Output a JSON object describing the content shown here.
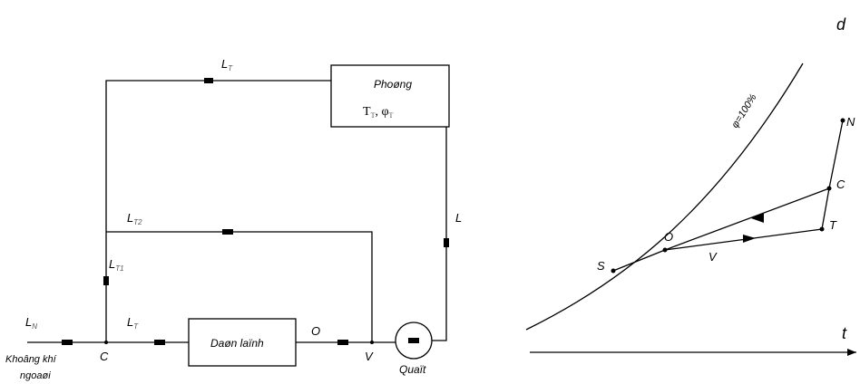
{
  "left": {
    "room_title": "Phoøng",
    "room_params": "T",
    "room_params_sub1": "T",
    "room_params_phi": ", φ",
    "room_params_sub2": "T",
    "evaporator": "Daøn laïnh",
    "fan": "Quaït",
    "outdoor_air": "Khoâng khí",
    "outdoor_air_2": "ngoaøi",
    "L_T": "L",
    "L_T_sub": "T",
    "L": "L",
    "L_N": "L",
    "L_N_sub": "N",
    "L_T2": "L",
    "L_T2_sub": "T2",
    "L_T1": "L",
    "L_T1_sub": "T1",
    "L_T_b": "L",
    "L_T_b_sub": "T",
    "C": "C",
    "O": "O",
    "V": "V"
  },
  "right": {
    "axis_d": "d",
    "axis_t": "t",
    "phi_curve": "φ=100%",
    "S": "S",
    "O": "O",
    "V": "V",
    "T": "T",
    "C": "C",
    "N": "N"
  }
}
